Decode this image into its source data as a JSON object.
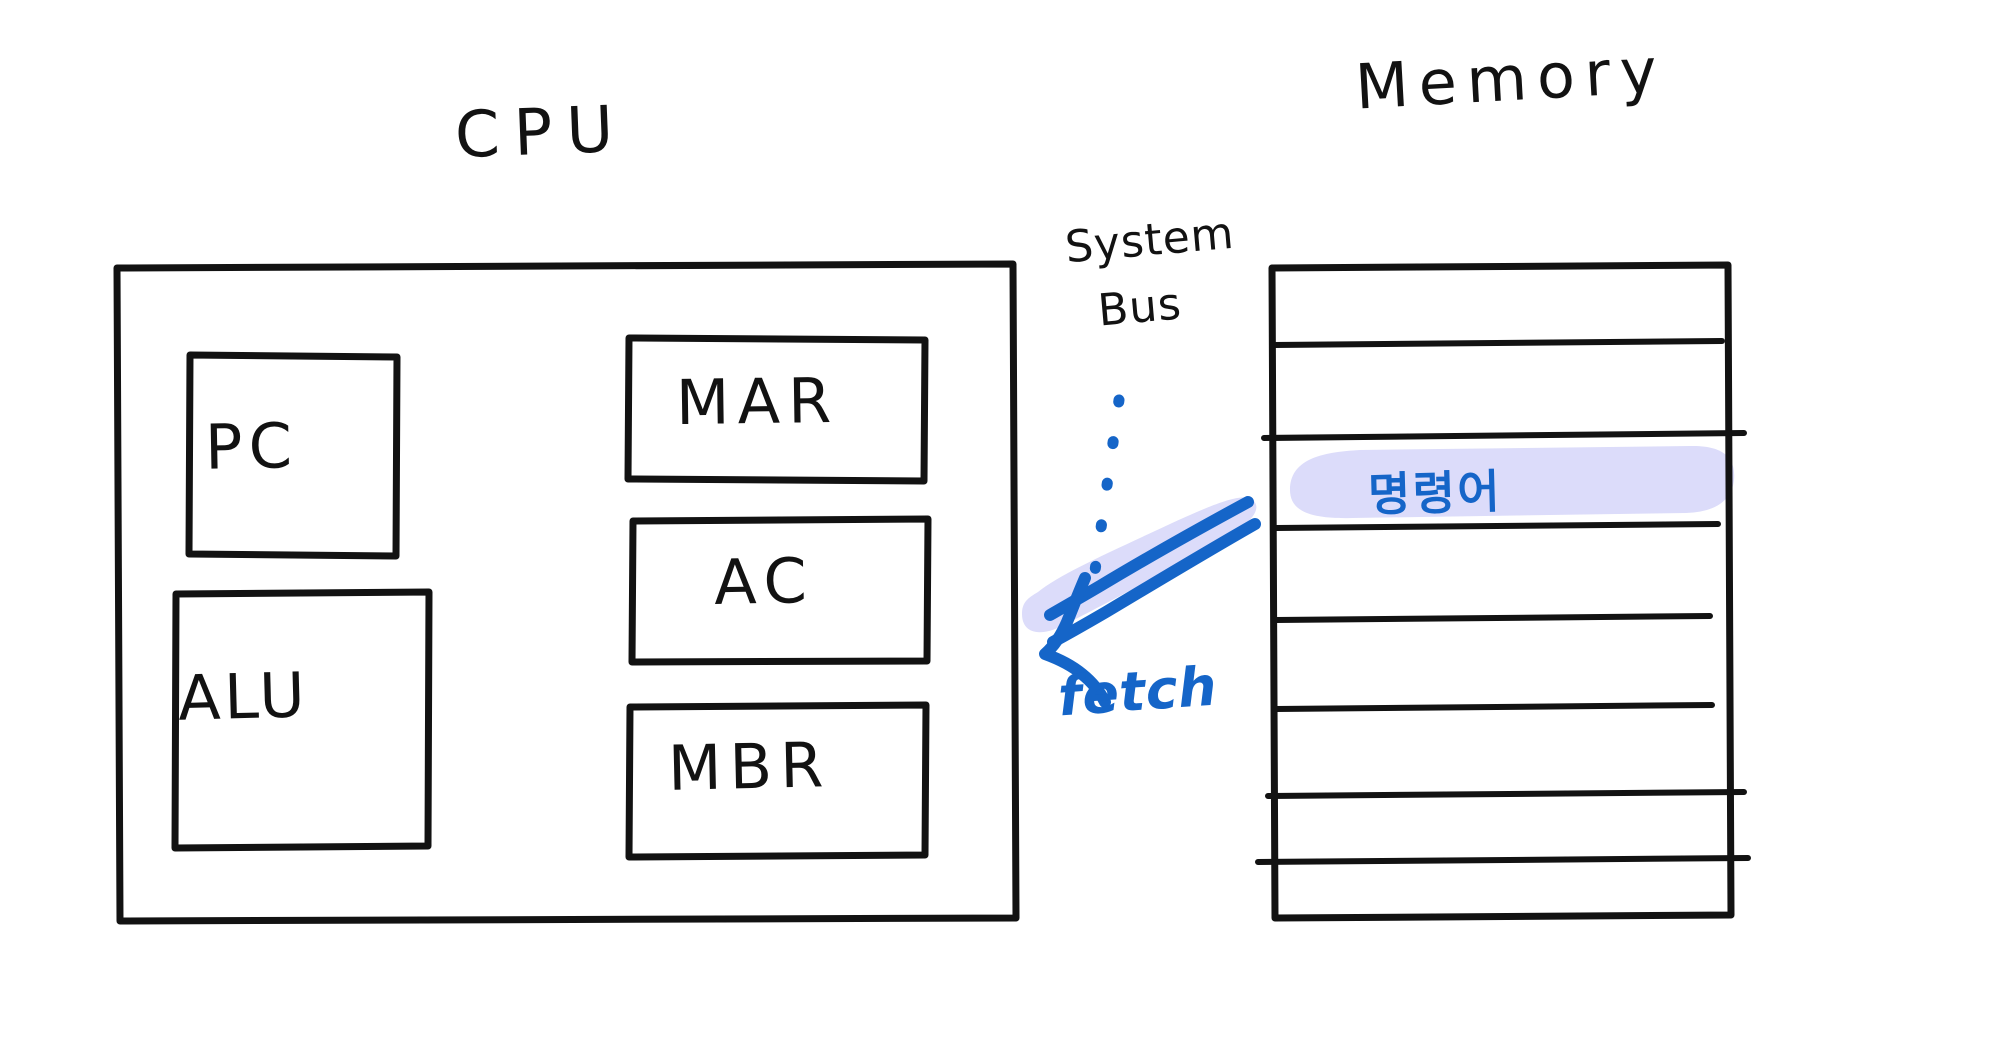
{
  "diagram": {
    "style": "hand-drawn whiteboard sketch",
    "background_color": "#ffffff",
    "ink_color": "#121212",
    "accent_color": "#1565c8",
    "highlight_color": "#dcdcfa"
  },
  "cpu": {
    "title": "CPU",
    "registers_left": [
      {
        "label": "PC"
      },
      {
        "label": "ALU"
      }
    ],
    "registers_right": [
      {
        "label": "MAR"
      },
      {
        "label": "AC"
      },
      {
        "label": "MBR"
      }
    ]
  },
  "bus": {
    "label_line1": "System",
    "label_line2": "Bus",
    "style": "dotted vertical line"
  },
  "annotation": {
    "fetch_label": "fetch",
    "arrow_direction": "memory-to-cpu (points left-down)",
    "arrow_color": "#1565c8"
  },
  "memory": {
    "title": "Memory",
    "row_count": 7,
    "highlighted_row_index": 2,
    "rows": [
      {
        "value": ""
      },
      {
        "value": ""
      },
      {
        "value": "명령어",
        "highlighted": true
      },
      {
        "value": ""
      },
      {
        "value": ""
      },
      {
        "value": ""
      },
      {
        "value": ""
      }
    ]
  }
}
